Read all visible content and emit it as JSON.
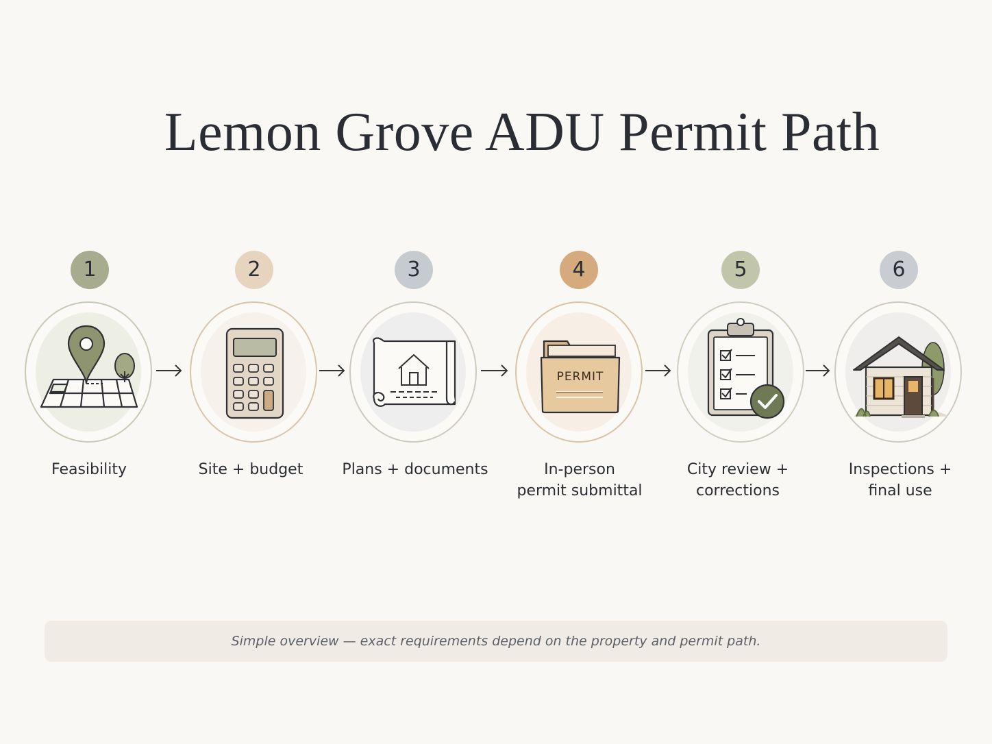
{
  "title": "Lemon Grove ADU Permit Path",
  "steps": [
    {
      "number": "1",
      "label_line1": "Feasibility",
      "label_line2": "",
      "icon": "map-pin-icon",
      "badge_color": "#a7ac8f"
    },
    {
      "number": "2",
      "label_line1": "Site + budget",
      "label_line2": "",
      "icon": "calculator-icon",
      "badge_color": "#e6d4bf"
    },
    {
      "number": "3",
      "label_line1": "Plans + documents",
      "label_line2": "",
      "icon": "blueprint-icon",
      "badge_color": "#c6cbcf"
    },
    {
      "number": "4",
      "label_line1": "In-person",
      "label_line2": "permit submittal",
      "icon": "permit-folder-icon",
      "badge_color": "#d5aa7c",
      "icon_text": "PERMIT"
    },
    {
      "number": "5",
      "label_line1": "City review +",
      "label_line2": "corrections",
      "icon": "clipboard-check-icon",
      "badge_color": "#c1c6ab"
    },
    {
      "number": "6",
      "label_line1": "Inspections +",
      "label_line2": "final use",
      "icon": "house-icon",
      "badge_color": "#c9ccd0"
    }
  ],
  "footnote": "Simple overview — exact requirements depend on the property and permit path."
}
